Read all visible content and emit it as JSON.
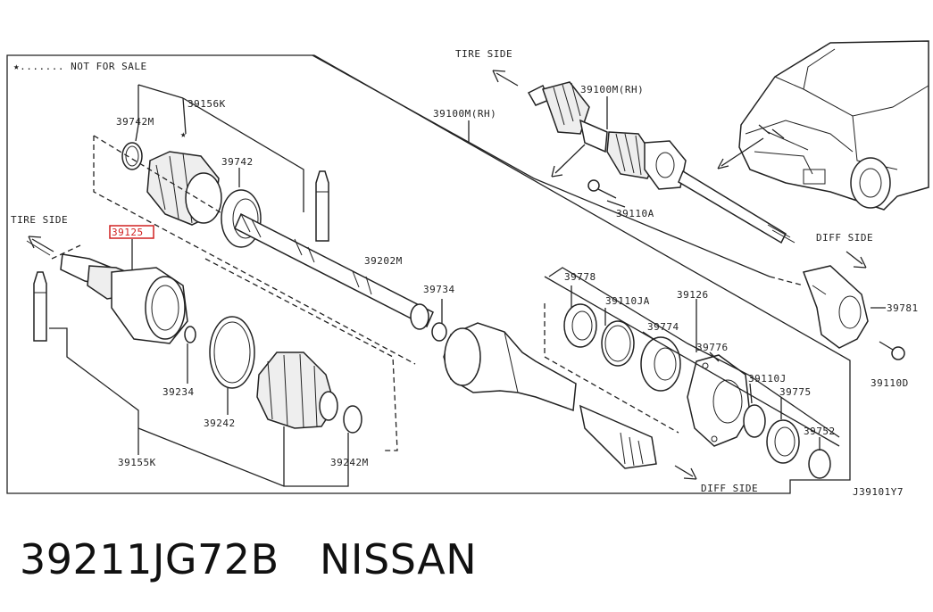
{
  "diagram": {
    "note": "★....... NOT FOR SALE",
    "tire_side_left": "TIRE SIDE",
    "tire_side_top": "TIRE SIDE",
    "diff_side_right": "DIFF SIDE",
    "diff_side_bottom": "DIFF SIDE",
    "figure_code": "J39101Y7",
    "labels": {
      "p39742M": "39742M",
      "p39156K": "39156K",
      "p39742": "39742",
      "p39125": "39125",
      "p39202M": "39202M",
      "p39734": "39734",
      "p39234": "39234",
      "p39242": "39242",
      "p39155K": "39155K",
      "p39242M": "39242M",
      "p39100M_mid": "39100M(RH)",
      "p39100M_top": "39100M(RH)",
      "p39110A": "39110A",
      "p39778": "39778",
      "p39110JA": "39110JA",
      "p39126": "39126",
      "p39774": "39774",
      "p39776": "39776",
      "p39110J": "39110J",
      "p39775": "39775",
      "p39752": "39752",
      "p39781": "39781",
      "p39110D": "39110D"
    },
    "highlight_color": "#d02020"
  },
  "caption": {
    "part_number": "39211JG72B",
    "brand": "NISSAN"
  }
}
